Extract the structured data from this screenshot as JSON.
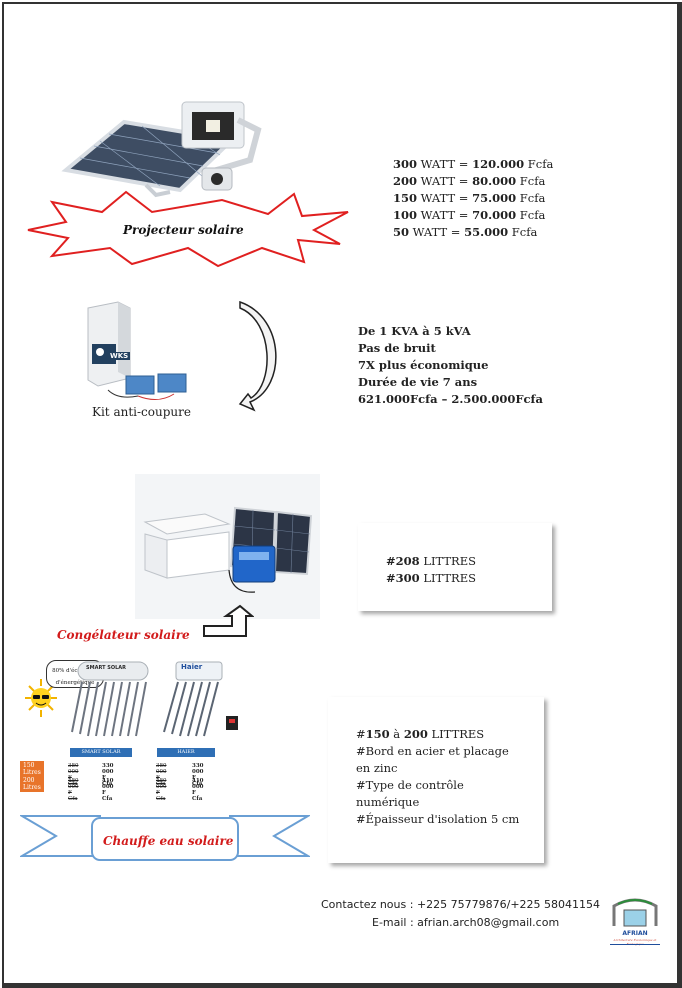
{
  "projecteur": {
    "label": "Projecteur solaire",
    "prices": [
      {
        "watt": "300",
        "unit": "WATT =",
        "price": "120.000",
        "currency": "Fcfa"
      },
      {
        "watt": "200",
        "unit": "WATT =",
        "price": "80.000",
        "currency": "Fcfa"
      },
      {
        "watt": "150",
        "unit": "WATT =",
        "price": "75.000",
        "currency": "Fcfa"
      },
      {
        "watt": "100",
        "unit": "WATT =",
        "price": "70.000",
        "currency": "Fcfa"
      },
      {
        "watt": "50",
        "unit": "WATT =",
        "price": "55.000",
        "currency": "Fcfa"
      }
    ]
  },
  "kit": {
    "label": "Kit anti-coupure",
    "inverter_brand": "WKS",
    "features": [
      "De 1 KVA à 5 kVA",
      "Pas de bruit",
      "7X plus économique",
      "Durée de vie 7 ans",
      "621.000Fcfa – 2.500.000Fcfa"
    ]
  },
  "congelateur": {
    "label": "Congélateur solaire",
    "options": [
      {
        "size": "#208",
        "unit": "LITTRES"
      },
      {
        "size": "#300",
        "unit": "LITTRES"
      }
    ]
  },
  "chauffe": {
    "label": "Chauffe eau solaire",
    "bubble": "80% d'économie d'énergétique",
    "brand1": "SMART SOLAR",
    "brand2": "HAIER",
    "heater1_label": "SMART SOLAR",
    "heater2_label": "Haier",
    "rows": [
      {
        "tag": "150 Litres",
        "old1": "380 000 F Cfa",
        "new1": "330 000 F Cfa",
        "old2": "380 000 F Cfa",
        "new2": "330 000 F Cfa"
      },
      {
        "tag": "200 Litres",
        "old1": "480 000 F Cfa",
        "new1": "410 000 F Cfa",
        "old2": "480 000 F Cfa",
        "new2": "410 000 F Cfa"
      }
    ],
    "features_line1_prefix": "#",
    "features_line1_a": "150",
    "features_line1_mid": " à ",
    "features_line1_b": "200",
    "features_line1_suffix": " LITTRES",
    "features": [
      "#Bord en acier et placage en zinc",
      "#Type de contrôle numérique",
      "#Épaisseur d'isolation 5 cm"
    ]
  },
  "contact": {
    "phones": "Contactez nous : +225 75779876/+225 58041154",
    "email": "E-mail : afrian.arch08@gmail.com"
  },
  "logo": {
    "name": "AFRIAN",
    "tagline": "Architecture Économique et Écologique"
  }
}
